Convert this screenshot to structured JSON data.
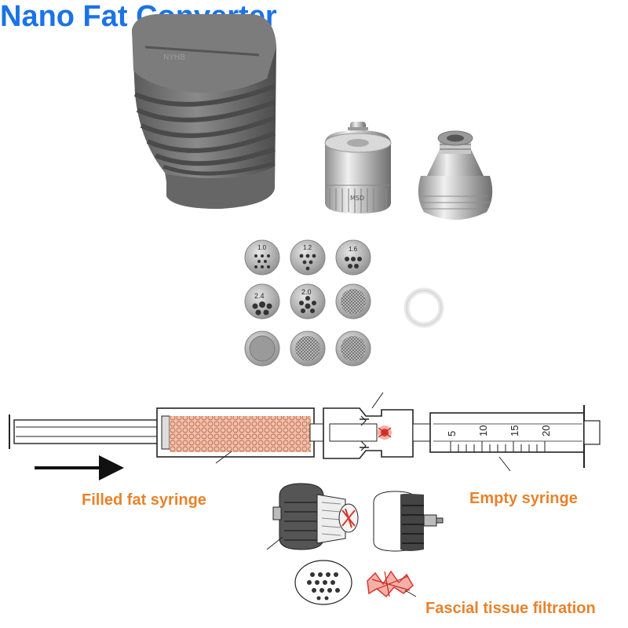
{
  "title": "Nano Fat Converter",
  "labels": {
    "filled_syringe": "Filled fat syringe",
    "empty_syringe": "Empty syringe",
    "fascial_filtration": "Fascial tissue filtration"
  },
  "disc_markings": [
    "1.0",
    "1.2",
    "1.6",
    "2.4",
    "2.0"
  ],
  "syringe_scale_ticks": [
    "5",
    "10",
    "15",
    "20"
  ],
  "part_markings": {
    "housing_text": "NYHB",
    "connector_text": "MSD"
  },
  "colors": {
    "title": "#1a73e8",
    "label": "#e8822a",
    "fat": "#e9a98e",
    "fat_red": "#d8362e",
    "housing": "#6b6b6b",
    "steel": "#b8b8b8"
  }
}
